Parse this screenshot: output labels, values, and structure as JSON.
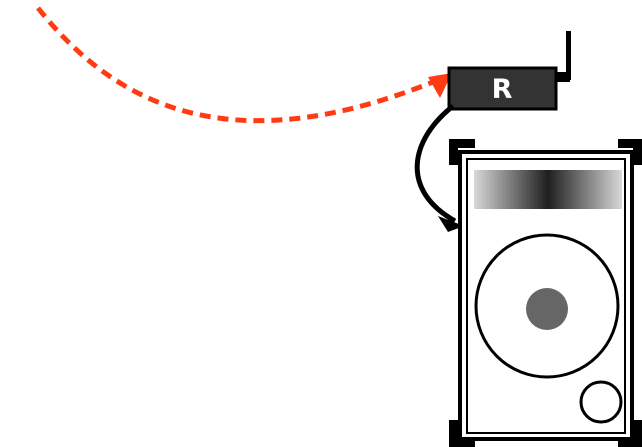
{
  "receiver": {
    "label": "R",
    "body_color": "#333333",
    "outline_color": "#000000"
  },
  "signal_arrow": {
    "style": "dashed",
    "color": "#ff3b13"
  },
  "connection_arrow": {
    "style": "solid",
    "color": "#000000"
  },
  "speaker": {
    "cabinet_color": "#ffffff",
    "outline_color": "#000000",
    "tweeter_gradient": [
      "#d8d8d8",
      "#1f1f1f"
    ],
    "woofer_cap_color": "#666666",
    "corner_bracket_color": "#000000"
  }
}
